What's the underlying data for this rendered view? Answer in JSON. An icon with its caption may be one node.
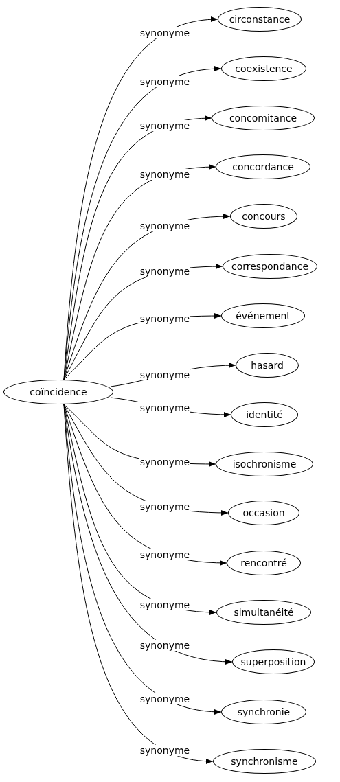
{
  "diagram": {
    "nodes": [
      {
        "text": [
          "coïncidence"
        ]
      },
      {
        "text": [
          "circonstance"
        ]
      },
      {
        "text": [
          "coexistence"
        ]
      },
      {
        "text": [
          "concomitance"
        ]
      },
      {
        "text": [
          "concordance"
        ]
      },
      {
        "text": [
          "concours"
        ]
      },
      {
        "text": [
          "correspondance"
        ]
      },
      {
        "text": [
          "événement"
        ]
      },
      {
        "text": [
          "hasard"
        ]
      },
      {
        "text": [
          "identité"
        ]
      },
      {
        "text": [
          "isochronisme"
        ]
      },
      {
        "text": [
          "occasion"
        ]
      },
      {
        "text": [
          "rencontré"
        ]
      },
      {
        "text": [
          "simultanéité"
        ]
      },
      {
        "text": [
          "superposition"
        ]
      },
      {
        "text": [
          "synchronie"
        ]
      },
      {
        "text": [
          "synchronisme"
        ]
      }
    ],
    "edges": [
      {
        "from": 0,
        "to": 1,
        "arrow": "to",
        "label": "synonyme"
      },
      {
        "from": 0,
        "to": 2,
        "arrow": "to",
        "label": "synonyme"
      },
      {
        "from": 0,
        "to": 3,
        "arrow": "to",
        "label": "synonyme"
      },
      {
        "from": 0,
        "to": 4,
        "arrow": "to",
        "label": "synonyme"
      },
      {
        "from": 0,
        "to": 5,
        "arrow": "to",
        "label": "synonyme"
      },
      {
        "from": 0,
        "to": 6,
        "arrow": "to",
        "label": "synonyme"
      },
      {
        "from": 0,
        "to": 7,
        "arrow": "to",
        "label": "synonyme"
      },
      {
        "from": 0,
        "to": 8,
        "arrow": "to",
        "label": "synonyme"
      },
      {
        "from": 0,
        "to": 9,
        "arrow": "to",
        "label": "synonyme"
      },
      {
        "from": 0,
        "to": 10,
        "arrow": "to",
        "label": "synonyme"
      },
      {
        "from": 0,
        "to": 11,
        "arrow": "to",
        "label": "synonyme"
      },
      {
        "from": 0,
        "to": 12,
        "arrow": "to",
        "label": "synonyme"
      },
      {
        "from": 0,
        "to": 13,
        "arrow": "to",
        "label": "synonyme"
      },
      {
        "from": 0,
        "to": 14,
        "arrow": "to",
        "label": "synonyme"
      },
      {
        "from": 0,
        "to": 15,
        "arrow": "to",
        "label": "synonyme"
      },
      {
        "from": 0,
        "to": 16,
        "arrow": "to",
        "label": "synonyme"
      }
    ]
  }
}
